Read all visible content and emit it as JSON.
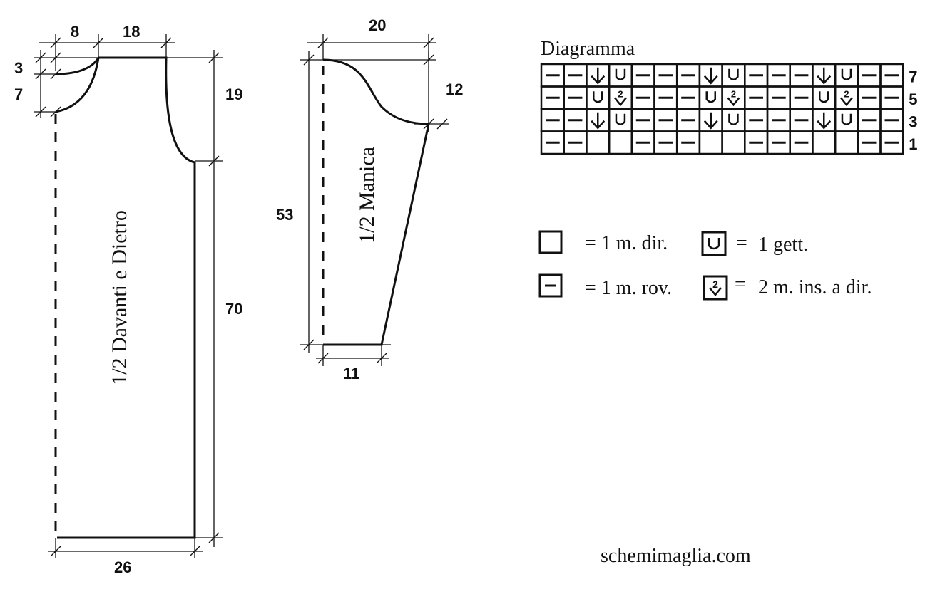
{
  "body_piece": {
    "label": "1/2 Davanti e Dietro",
    "dims": {
      "neck_width": "8",
      "shoulder_width": "18",
      "neck_drop_top": "3",
      "neck_drop": "7",
      "armhole_height": "19",
      "side_height": "70",
      "hem_width": "26"
    }
  },
  "sleeve_piece": {
    "label": "1/2 Manica",
    "dims": {
      "top_width": "20",
      "cap_height": "12",
      "length": "53",
      "cuff_width": "11"
    }
  },
  "diagramma": {
    "title": "Diagramma",
    "row_labels": [
      "7",
      "5",
      "3",
      "1"
    ],
    "rows": [
      [
        "p",
        "p",
        "d",
        "y",
        "p",
        "p",
        "p",
        "d",
        "y",
        "p",
        "p",
        "p",
        "d",
        "y",
        "p",
        "p"
      ],
      [
        "p",
        "p",
        "y",
        "k2",
        "p",
        "p",
        "p",
        "y",
        "k2",
        "p",
        "p",
        "p",
        "y",
        "k2",
        "p",
        "p"
      ],
      [
        "p",
        "p",
        "d",
        "y",
        "p",
        "p",
        "p",
        "d",
        "y",
        "p",
        "p",
        "p",
        "d",
        "y",
        "p",
        "p"
      ],
      [
        "p",
        "p",
        "k",
        "k",
        "p",
        "p",
        "p",
        "k",
        "k",
        "p",
        "p",
        "p",
        "k",
        "k",
        "p",
        "p"
      ]
    ]
  },
  "legend": {
    "knit": "= 1 m. dir.",
    "yarn_over": "=",
    "yarn_over_text": "1 gett.",
    "purl": "= 1 m. rov.",
    "k2tog": "=",
    "k2tog_text": "2 m. ins. a dir."
  },
  "footer": {
    "site": "schemimaglia.com"
  }
}
